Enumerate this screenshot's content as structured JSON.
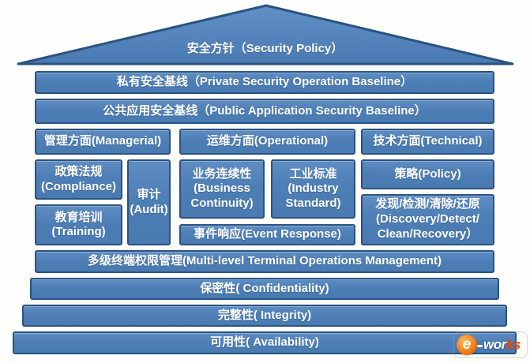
{
  "colors": {
    "box_fill_top": "#5f8dc3",
    "box_fill": "#4a7ab2",
    "box_border": "#2a5380",
    "box_text": "#ffffff",
    "background": "#fdfdfb",
    "logo_orange": "#ef7d17",
    "logo_red": "#e8490f",
    "logo_white": "#ffffff"
  },
  "roof": {
    "label": "安全方针（Security Policy）"
  },
  "bars": {
    "private_baseline": "私有安全基线（Private Security Operation Baseline）",
    "public_baseline": "公共应用安全基线（Public Application Security Baseline）",
    "terminal_management": "多级终端权限管理(Multi-level Terminal Operations Management)",
    "confidentiality": "保密性( Confidentiality)",
    "integrity": "完整性( Integrity)",
    "availability": "可用性( Availability)"
  },
  "columns": {
    "managerial": {
      "header": "管理方面(Managerial)",
      "compliance": "政策法规\n(Compliance)",
      "training": "教育培训\n(Training)",
      "audit": "审计\n(Audit)"
    },
    "operational": {
      "header": "运维方面(Operational)",
      "business_continuity": "业务连续性\n(Business\nContinuity)",
      "industry_standard": "工业标准\n(Industry\nStandard)",
      "event_response": "事件响应(Event Response)"
    },
    "technical": {
      "header": "技术方面(Technical)",
      "policy": "策略(Policy)",
      "discovery": "发现/检测/清除/还原\n(Discovery/Detect/\nClean/Recovery）"
    }
  },
  "logo": {
    "e": "e",
    "wor": "wor",
    "ks": "ks"
  }
}
